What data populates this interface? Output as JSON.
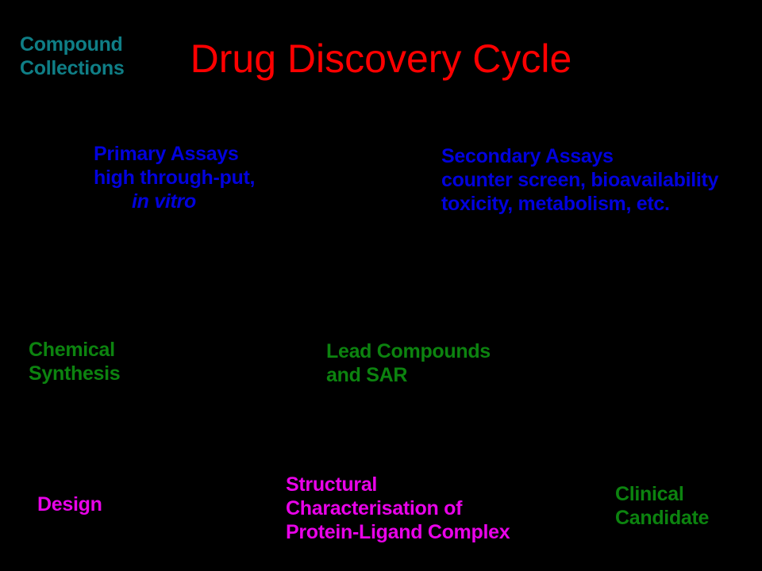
{
  "slide": {
    "title": "Drug Discovery Cycle",
    "background": "#000000",
    "colors": {
      "title_red": "#fe0000",
      "teal": "#0f7e86",
      "blue": "#0202dd",
      "green": "#0c830f",
      "magenta": "#e903e9"
    },
    "nodes": {
      "compound_collections": {
        "line1": "Compound",
        "line2": "Collections"
      },
      "primary_assays": {
        "line1": "Primary Assays",
        "line2": "high through-put,",
        "line3": "in vitro"
      },
      "secondary_assays": {
        "line1": "Secondary Assays",
        "line2": "counter screen, bioavailability",
        "line3": "toxicity, metabolism, etc."
      },
      "chemical_synthesis": {
        "line1": "Chemical",
        "line2": "Synthesis"
      },
      "lead_compounds": {
        "line1": "Lead Compounds",
        "line2": "and SAR"
      },
      "design": {
        "line1": "Design"
      },
      "structural_characterisation": {
        "line1": "Structural",
        "line2": "Characterisation of",
        "line3": "Protein-Ligand Complex"
      },
      "clinical_candidate": {
        "line1": "Clinical",
        "line2": "Candidate"
      }
    }
  }
}
